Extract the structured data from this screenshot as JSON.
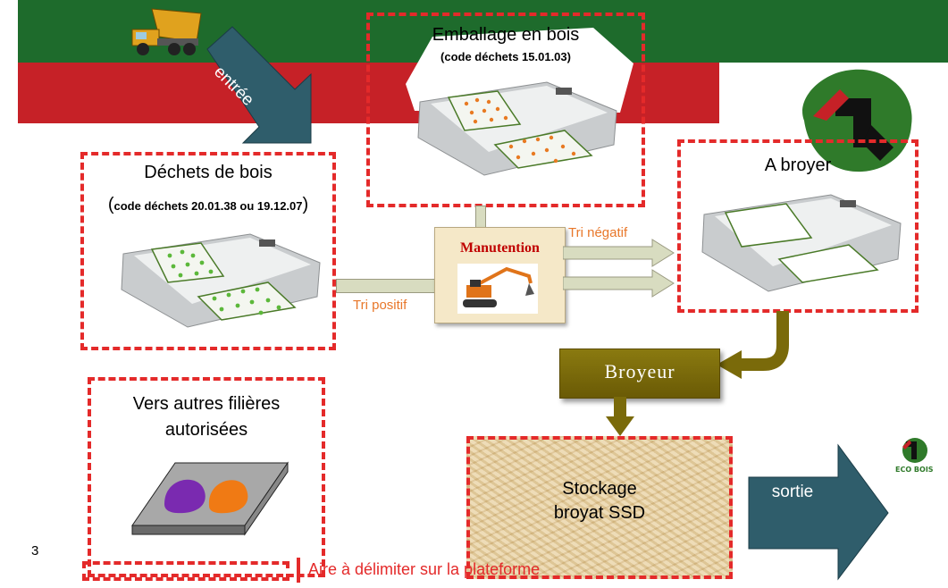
{
  "zones": {
    "emballage": {
      "title": "Emballage en bois",
      "code": "(code déchets 15.01.03)"
    },
    "dechets": {
      "title": "Déchets de bois",
      "code_open": "(",
      "code": "code déchets 20.01.38 ou 19.12.07",
      "code_close": ")"
    },
    "broyer": {
      "title": "A broyer"
    },
    "autres": {
      "line1": "Vers autres filières",
      "line2": "autorisées"
    }
  },
  "arrows": {
    "entree": "entrée",
    "sortie": "sortie",
    "tri_positif": "Tri positif",
    "tri_negatif": "Tri négatif"
  },
  "process": {
    "manutention": "Manutention",
    "broyeur": "Broyeur"
  },
  "stockage": {
    "line1": "Stockage",
    "line2": "broyat SSD"
  },
  "logo": {
    "text": "ECO BOIS"
  },
  "page_number": "3",
  "legend": {
    "text": "Aire à délimiter sur la plateforme"
  },
  "colors": {
    "zone_border": "#e42a2a",
    "orange_label": "#e8772a",
    "arrow_teal": "#2f5d6b",
    "pipe": "#d8dcc0",
    "broyeur": "#7a6a0a"
  },
  "icons": [
    "dump-truck-icon",
    "excavator-icon",
    "ecobois-logo-icon",
    "tree-logo-icon"
  ]
}
